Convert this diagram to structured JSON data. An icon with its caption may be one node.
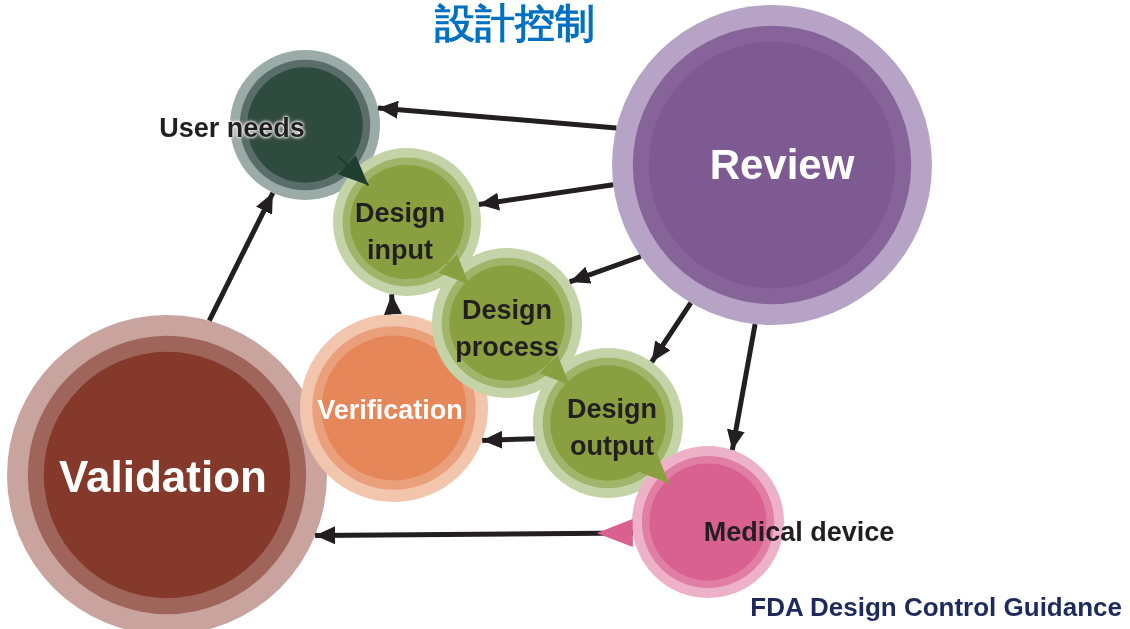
{
  "diagram": {
    "title": "設計控制",
    "caption": "FDA Design Control Guidance",
    "nodes": [
      {
        "text": [
          "User needs"
        ]
      },
      {
        "text": [
          "Review"
        ]
      },
      {
        "text": [
          "Design input"
        ]
      },
      {
        "text": [
          "Design process"
        ]
      },
      {
        "text": [
          "Verification"
        ]
      },
      {
        "text": [
          "Design output"
        ]
      },
      {
        "text": [
          "Validation"
        ]
      },
      {
        "text": [
          "Medical device"
        ]
      }
    ],
    "edges": [
      {
        "from": 1,
        "to": 0,
        "arrow": "to"
      },
      {
        "from": 1,
        "to": 2,
        "arrow": "to"
      },
      {
        "from": 1,
        "to": 3,
        "arrow": "to"
      },
      {
        "from": 1,
        "to": 5,
        "arrow": "to"
      },
      {
        "from": 1,
        "to": 7,
        "arrow": "to"
      },
      {
        "from": 0,
        "to": 2,
        "arrow": "to",
        "color": "#1f3d31"
      },
      {
        "from": 2,
        "to": 3,
        "arrow": "to",
        "color": "#8aa040"
      },
      {
        "from": 3,
        "to": 5,
        "arrow": "to",
        "color": "#8aa040"
      },
      {
        "from": 5,
        "to": 7,
        "arrow": "to",
        "color": "#8aa040"
      },
      {
        "from": 4,
        "to": 2,
        "arrow": "to"
      },
      {
        "from": 5,
        "to": 4,
        "arrow": "to"
      },
      {
        "from": 7,
        "to": 6,
        "arrow": "to"
      },
      {
        "from": 6,
        "to": 0,
        "arrow": "to"
      }
    ]
  }
}
